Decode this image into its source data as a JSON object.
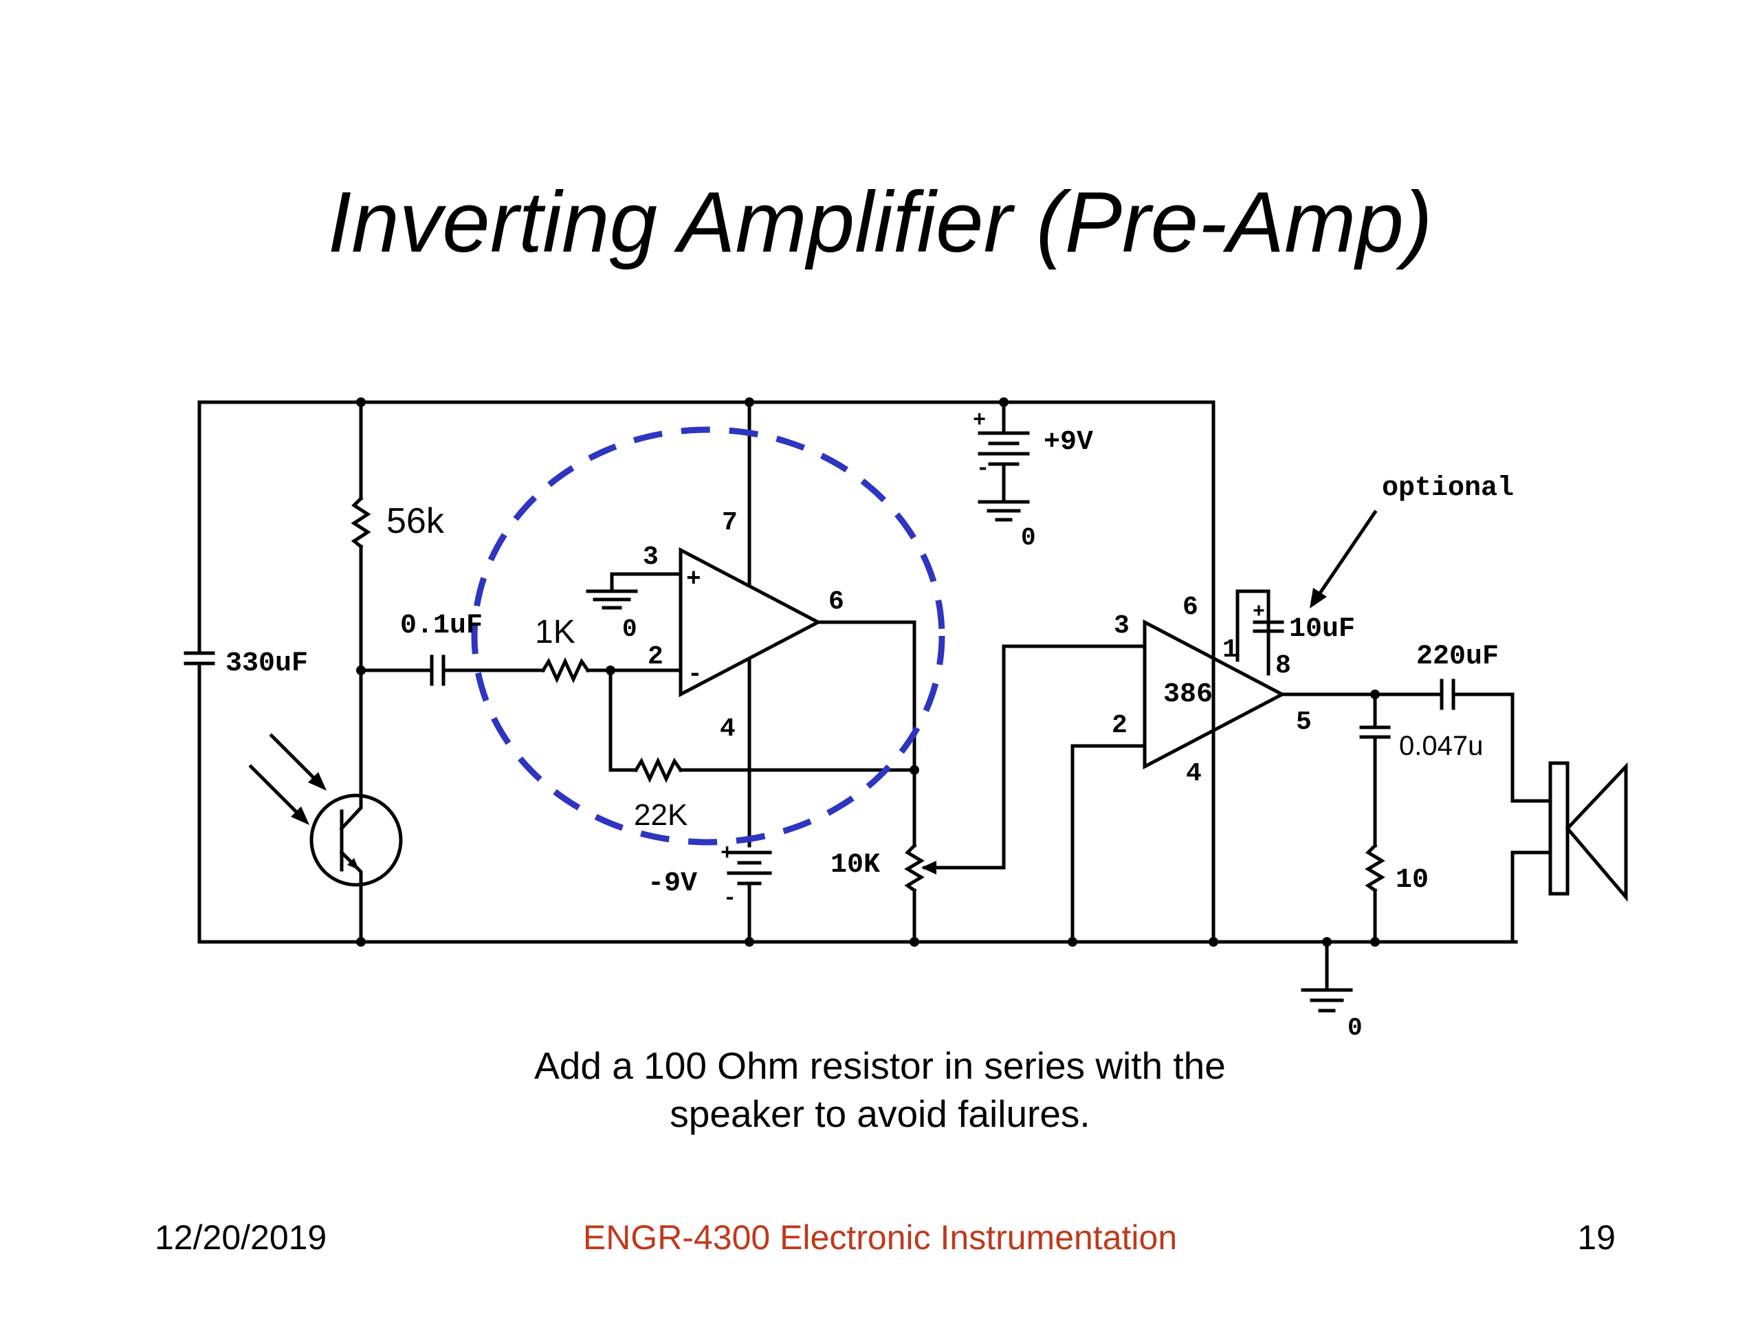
{
  "slide": {
    "title": "Inverting Amplifier (Pre-Amp)",
    "note_line1": "Add a 100 Ohm resistor in series with the",
    "note_line2": "speaker to avoid failures.",
    "footer_date": "12/20/2019",
    "footer_course": "ENGR-4300  Electronic Instrumentation",
    "footer_page": "19"
  },
  "circuit": {
    "r_56k": "56k",
    "c_330uf": "330uF",
    "c_01uf": "0.1uF",
    "r_1k": "1K",
    "r_22k": "22K",
    "pot_10k": "10K",
    "batt_neg": "-9V",
    "batt_pos": "+9V",
    "gnd_0": "0",
    "ic_386": "386",
    "optional": "optional",
    "c_10uf": "10uF",
    "c_220uf": "220uF",
    "c_0047u": "0.047u",
    "r_10": "10",
    "opamp_pin3": "3",
    "opamp_pin2": "2",
    "opamp_pin7": "7",
    "opamp_pin6": "6",
    "opamp_pin4": "4",
    "lm386_pin3": "3",
    "lm386_pin2": "2",
    "lm386_pin6": "6",
    "lm386_pin4": "4",
    "lm386_pin5": "5",
    "lm386_pin1": "1",
    "lm386_pin8": "8",
    "plus": "+",
    "minus": "-"
  },
  "colors": {
    "wire": "#000000",
    "highlight_ellipse": "#2e35c0",
    "course_text": "#c0391b"
  }
}
